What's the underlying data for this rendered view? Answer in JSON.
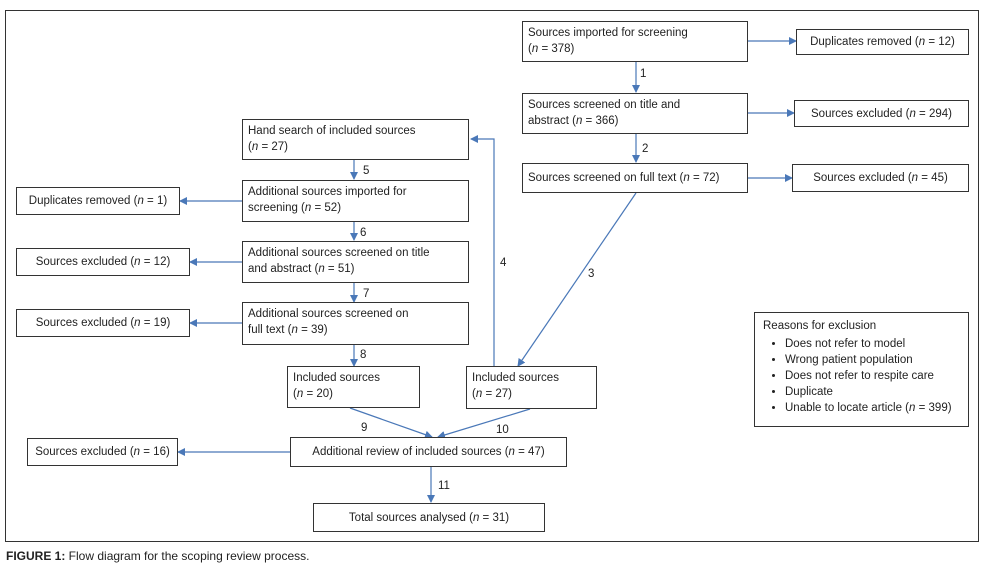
{
  "boxes": {
    "imported": {
      "line1": "Sources imported for screening",
      "line2_pre": "(",
      "n": "n",
      "line2_post": " = 378)"
    },
    "dup_right": {
      "pre": "Duplicates removed (",
      "n": "n",
      "post": " = 12)"
    },
    "title_abstract": {
      "line1": "Sources screened on title and",
      "line2_pre": "abstract (",
      "n": "n",
      "line2_post": " = 366)"
    },
    "excl_294": {
      "pre": "Sources excluded (",
      "n": "n",
      "post": " = 294)"
    },
    "full_text": {
      "pre": "Sources screened on full text (",
      "n": "n",
      "post": " = 72)"
    },
    "excl_45": {
      "pre": "Sources excluded (",
      "n": "n",
      "post": " = 45)"
    },
    "hand_search": {
      "line1": "Hand search of included sources",
      "line2_pre": "(",
      "n": "n",
      "line2_post": " = 27)"
    },
    "add_imported": {
      "line1": "Additional sources imported for",
      "line2_pre": "screening (",
      "n": "n",
      "line2_post": " = 52)"
    },
    "dup_left": {
      "pre": "Duplicates removed (",
      "n": "n",
      "post": " = 1)"
    },
    "add_title": {
      "line1": "Additional sources screened on title",
      "line2_pre": "and abstract (",
      "n": "n",
      "line2_post": " = 51)"
    },
    "excl_12": {
      "pre": "Sources excluded (",
      "n": "n",
      "post": " = 12)"
    },
    "add_full": {
      "line1": "Additional sources screened on",
      "line2_pre": "full text (",
      "n": "n",
      "line2_post": " = 39)"
    },
    "excl_19": {
      "pre": "Sources excluded (",
      "n": "n",
      "post": " = 19)"
    },
    "included_20": {
      "line1": "Included sources",
      "line2_pre": "(",
      "n": "n",
      "line2_post": " = 20)"
    },
    "included_27": {
      "line1": "Included sources",
      "line2_pre": "(",
      "n": "n",
      "line2_post": " = 27)"
    },
    "additional_review": {
      "pre": "Additional review of included sources (",
      "n": "n",
      "post": " = 47)"
    },
    "excl_16": {
      "pre": "Sources excluded (",
      "n": "n",
      "post": " = 16)"
    },
    "total": {
      "pre": "Total sources analysed (",
      "n": "n",
      "post": " = 31)"
    }
  },
  "reasons": {
    "title": "Reasons for exclusion",
    "items": [
      "Does not refer to model",
      "Wrong patient population",
      "Does not refer to respite care",
      "Duplicate"
    ],
    "last_pre": "Unable to locate article (",
    "last_n": "n",
    "last_post": " = 399)"
  },
  "step_labels": [
    "1",
    "2",
    "3",
    "4",
    "5",
    "6",
    "7",
    "8",
    "9",
    "10",
    "11"
  ],
  "caption": {
    "label": "FIGURE 1:",
    "text": " Flow diagram for the scoping review process."
  },
  "colors": {
    "arrow": "#4a78b8",
    "border": "#333333"
  }
}
